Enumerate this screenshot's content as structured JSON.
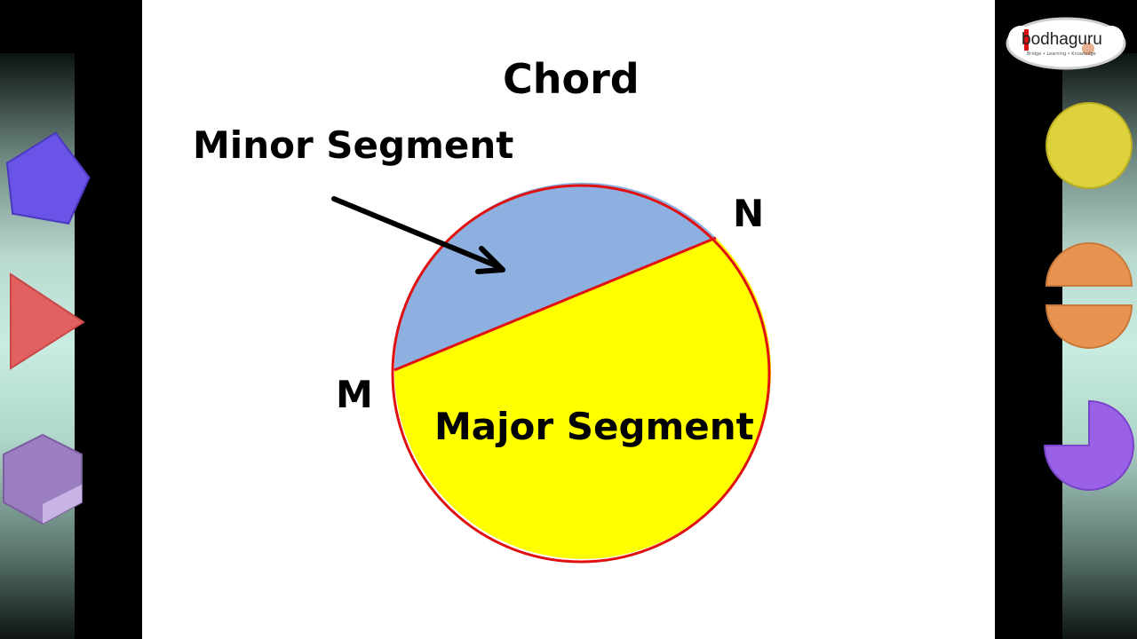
{
  "slide": {
    "title": "Chord",
    "minor_label": "Minor Segment",
    "major_label": "Major Segment",
    "point_m": "M",
    "point_n": "N"
  },
  "colors": {
    "minor_fill": "#8db0e0",
    "major_fill": "#ffff00",
    "outline": "#e01010",
    "arrow": "#000000"
  },
  "logo": {
    "text": "bodhaguru",
    "tagline": "Bridge • Learning • Knowledge"
  },
  "left_icons": [
    "pentagon-icon",
    "triangle-icon",
    "hexagon-icon"
  ],
  "right_icons": [
    "circle-icon",
    "split-circle-icon",
    "three-quarter-circle-icon"
  ]
}
